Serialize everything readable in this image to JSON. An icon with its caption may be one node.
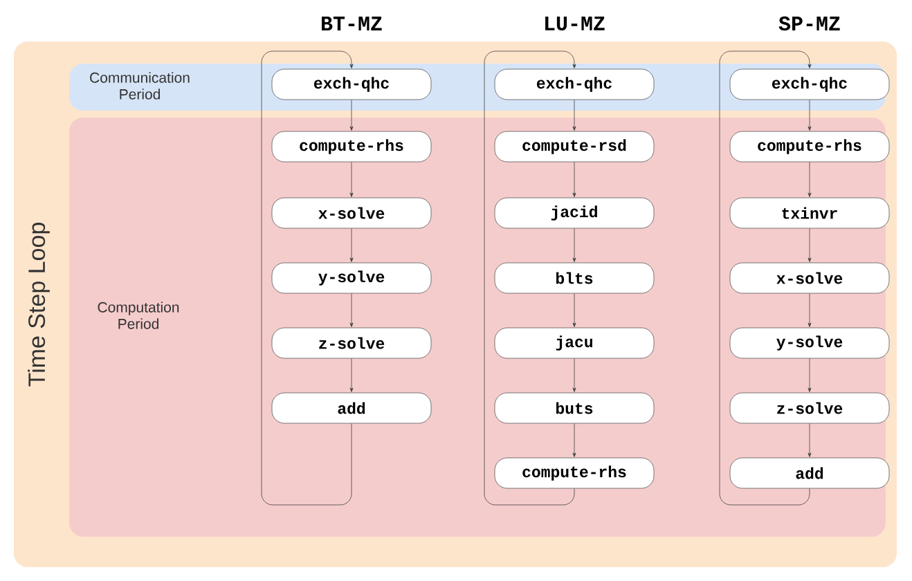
{
  "diagram": {
    "nodes": [
      {
        "text": [
          "Time Step Loop"
        ]
      },
      {
        "text": [
          "Communication Period"
        ],
        "in": 0
      },
      {
        "text": [
          "Computation Period"
        ],
        "in": 0
      },
      {
        "text": [
          "exch-qhc"
        ],
        "in": 1
      },
      {
        "text": [
          "compute-rhs"
        ],
        "in": 2
      },
      {
        "text": [
          "x-solve"
        ],
        "in": 2
      },
      {
        "text": [
          "y-solve"
        ],
        "in": 2
      },
      {
        "text": [
          "z-solve"
        ],
        "in": 2
      },
      {
        "text": [
          "add"
        ],
        "in": 2
      },
      {
        "text": [
          "exch-qhc"
        ],
        "in": 1
      },
      {
        "text": [
          "compute-rsd"
        ],
        "in": 2
      },
      {
        "text": [
          "jacid"
        ],
        "in": 2
      },
      {
        "text": [
          "blts"
        ],
        "in": 2
      },
      {
        "text": [
          "jacu"
        ],
        "in": 2
      },
      {
        "text": [
          "buts"
        ],
        "in": 2
      },
      {
        "text": [
          "compute-rhs"
        ],
        "in": 2
      },
      {
        "text": [
          "exch-qhc"
        ],
        "in": 1
      },
      {
        "text": [
          "compute-rhs"
        ],
        "in": 2
      },
      {
        "text": [
          "txinvr"
        ],
        "in": 2
      },
      {
        "text": [
          "x-solve"
        ],
        "in": 2
      },
      {
        "text": [
          "y-solve"
        ],
        "in": 2
      },
      {
        "text": [
          "z-solve"
        ],
        "in": 2
      },
      {
        "text": [
          "add"
        ],
        "in": 2
      }
    ],
    "edges": [
      {
        "from": 3,
        "to": 4,
        "arrow": "to"
      },
      {
        "from": 4,
        "to": 5,
        "arrow": "to"
      },
      {
        "from": 5,
        "to": 6,
        "arrow": "to"
      },
      {
        "from": 6,
        "to": 7,
        "arrow": "to"
      },
      {
        "from": 7,
        "to": 8,
        "arrow": "to"
      },
      {
        "from": 8,
        "to": 3,
        "arrow": "to"
      },
      {
        "from": 9,
        "to": 10,
        "arrow": "to"
      },
      {
        "from": 10,
        "to": 11,
        "arrow": "to"
      },
      {
        "from": 11,
        "to": 12,
        "arrow": "to"
      },
      {
        "from": 12,
        "to": 13,
        "arrow": "to"
      },
      {
        "from": 13,
        "to": 14,
        "arrow": "to"
      },
      {
        "from": 14,
        "to": 15,
        "arrow": "to"
      },
      {
        "from": 15,
        "to": 9,
        "arrow": "to"
      },
      {
        "from": 16,
        "to": 17,
        "arrow": "to"
      },
      {
        "from": 17,
        "to": 18,
        "arrow": "to"
      },
      {
        "from": 18,
        "to": 19,
        "arrow": "to"
      },
      {
        "from": 19,
        "to": 20,
        "arrow": "to"
      },
      {
        "from": 20,
        "to": 21,
        "arrow": "to"
      },
      {
        "from": 21,
        "to": 22,
        "arrow": "to"
      },
      {
        "from": 22,
        "to": 16,
        "arrow": "to"
      }
    ],
    "labels": [
      "BT-MZ",
      "LU-MZ",
      "SP-MZ"
    ]
  }
}
